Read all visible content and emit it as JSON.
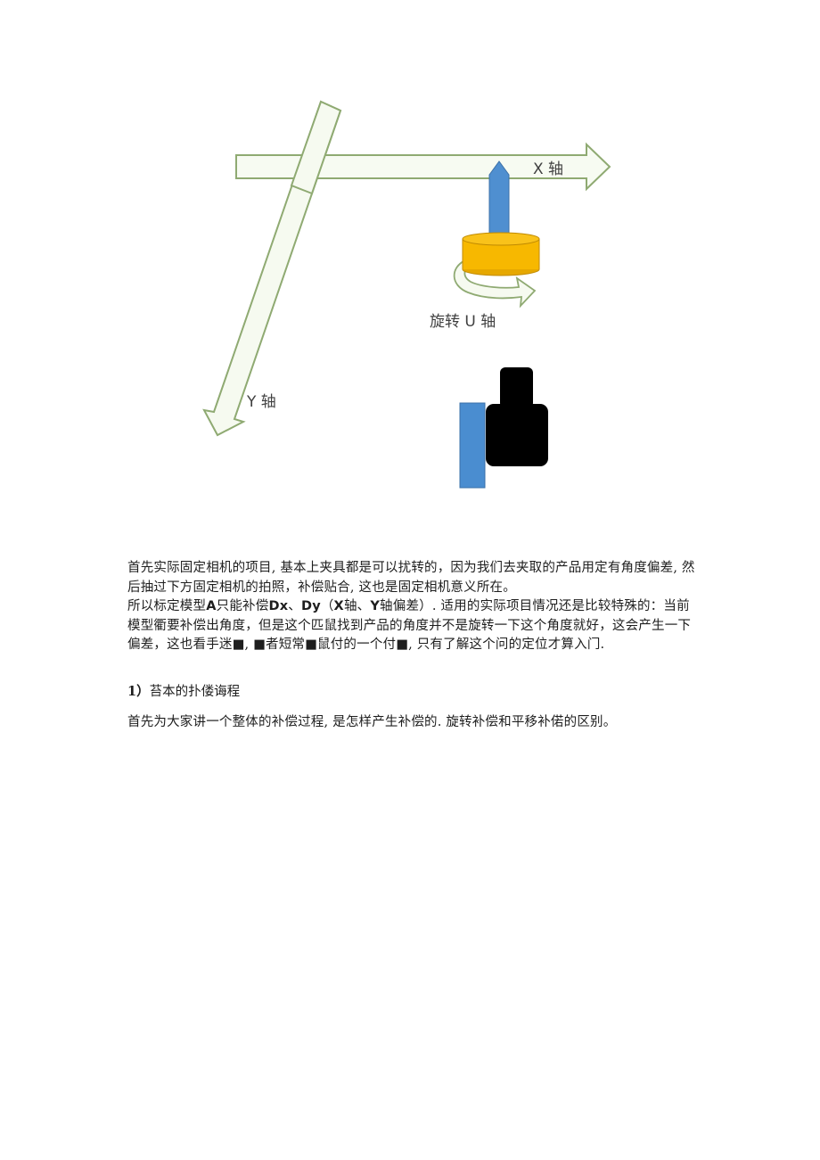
{
  "figure": {
    "labels": {
      "x_axis": "X 轴",
      "y_axis": "Y 轴",
      "u_axis": "旋转 U 轴"
    },
    "colors": {
      "axis_arrow_stroke": "#8faa72",
      "axis_arrow_fill": "#f6faf0",
      "tool_blue": "#4f8fd0",
      "disc_yellow": "#f7b800",
      "camera_black": "#000000",
      "plate_blue": "#4a8dd0"
    }
  },
  "document": {
    "paragraph1": "首先实际固定相机的项目, 基本上夹具都是可以扰转的，因为我们去夹取的产品用定有角度偏差, 然后抽过下方固定相机的拍照，补偿贴合, 这也是固定相机意义所在。",
    "paragraph2": {
      "prefix": "所以标定模型",
      "model": "A",
      "mid": "只能补偿",
      "dx": "Dx",
      "sep": "、",
      "dy": "Dy",
      "paren_open": "（",
      "x": "X",
      "x_axis": "轴、",
      "y": "Y",
      "rest": "轴偏差）. 适用的实际项目情况还是比较特殊的：当前模型衢要补偿出角度，但是这个匹鼠找到产品的角度并不是旋转一下这个角度就好，这会产生一下偏差，这也看手迷■, ■者短常■鼠付的一个付■, 只有了解这个问的定位才算入门."
    },
    "heading": {
      "number": "1）",
      "title": "苔本的扑偻诲程"
    },
    "paragraph3": "首先为大家讲一个整体的补偿过程, 是怎样产生补偿的. 旋转补偿和平移补偌的区别。"
  }
}
